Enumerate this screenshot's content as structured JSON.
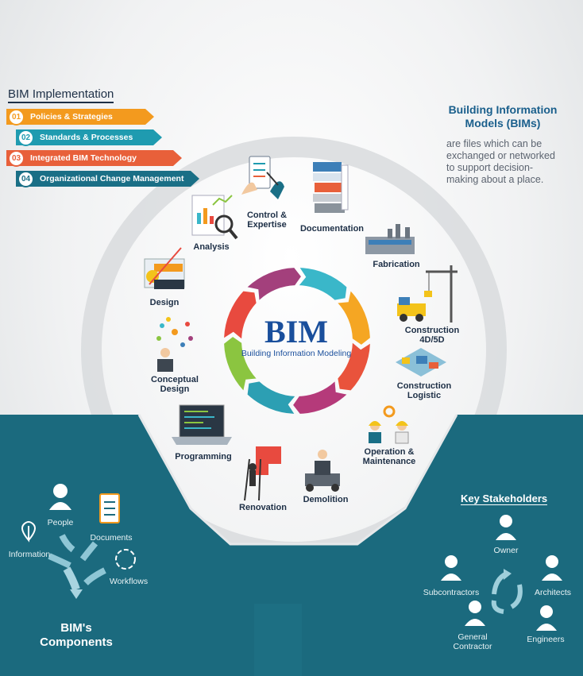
{
  "implementation": {
    "title": "BIM Implementation",
    "steps": [
      {
        "num": "01",
        "label": "Policies & Strategies",
        "color": "#f39a1e"
      },
      {
        "num": "02",
        "label": "Standards & Processes",
        "color": "#1f9bb0"
      },
      {
        "num": "03",
        "label": "Integrated BIM Technology",
        "color": "#e8603a"
      },
      {
        "num": "04",
        "label": "Organizational Change Management",
        "color": "#1a6f86"
      }
    ]
  },
  "definition": {
    "title_line1": "Building Information",
    "title_line2": "Models (BIMs)",
    "lines": [
      "are files which can be",
      "exchanged or networked",
      "to support decision-",
      "making about a place."
    ]
  },
  "center": {
    "title": "BIM",
    "subtitle": "Building Information Modeling"
  },
  "ring_colors": [
    "#3ab7c9",
    "#f5a623",
    "#e9533c",
    "#b53a7a",
    "#2c9fb3",
    "#8bc540",
    "#e84a3f",
    "#a3407c"
  ],
  "lifecycle": {
    "control": [
      "Control &",
      "Expertise"
    ],
    "documentation": "Documentation",
    "fabrication": "Fabrication",
    "construction": "Construction 4D/5D",
    "logistic": [
      "Construction",
      "Logistic"
    ],
    "operation": [
      "Operation &",
      "Maintenance"
    ],
    "demolition": "Demolition",
    "renovation": "Renovation",
    "programming": "Programming",
    "conceptual": [
      "Conceptual",
      "Design"
    ],
    "design": "Design",
    "analysis": "Analysis"
  },
  "components": {
    "people": "People",
    "documents": "Documents",
    "information": "Information",
    "workflows": "Workflows",
    "title_line1": "BIM's",
    "title_line2": "Components"
  },
  "stakeholders": {
    "title": "Key Stakeholders",
    "owner": "Owner",
    "architects": "Architects",
    "subcontractors": "Subcontractors",
    "general_line1": "General",
    "general_line2": "Contractor",
    "engineers": "Engineers"
  },
  "colors": {
    "teal": "#1b6a7e",
    "navy": "#1d2f46",
    "brand_blue": "#1a4f9c"
  }
}
